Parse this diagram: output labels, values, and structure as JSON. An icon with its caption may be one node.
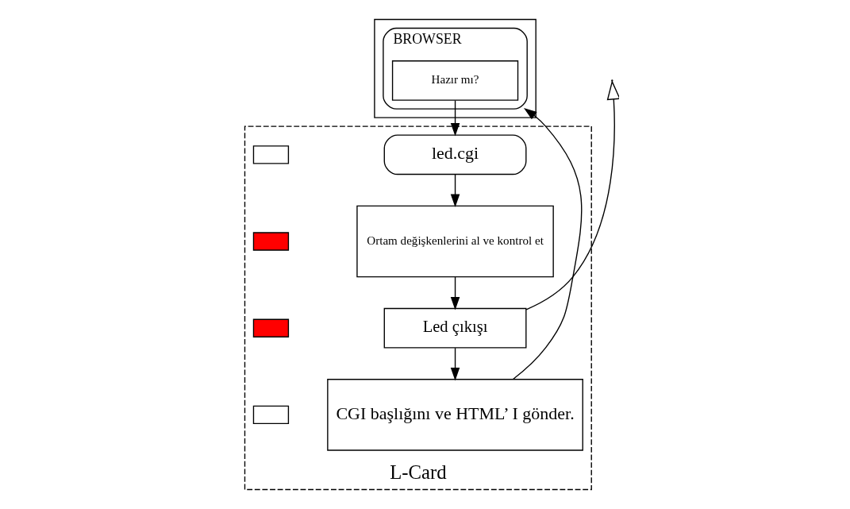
{
  "diagram": {
    "nodes": [
      {
        "text": [],
        "shape": "box"
      },
      {
        "text": [
          "BROWSER"
        ],
        "in": 0
      },
      {
        "text": [
          "Hazır mı?"
        ],
        "in": 1
      },
      {
        "text": [
          "L-Card"
        ]
      },
      {
        "text": [
          "led.cgi"
        ],
        "in": 3
      },
      {
        "text": [
          "Ortam değişkenlerini al ve kontrol et"
        ],
        "in": 3
      },
      {
        "text": [
          "Led çıkışı"
        ],
        "in": 3
      },
      {
        "text": [
          "CGI başlığını ve HTML’ I gönder."
        ],
        "in": 3
      },
      {
        "text": [],
        "shape": "box",
        "in": 3
      },
      {
        "text": [],
        "shape": "box",
        "in": 3
      },
      {
        "text": [],
        "shape": "box",
        "in": 3
      },
      {
        "text": [],
        "shape": "box",
        "in": 3
      }
    ],
    "edges": [
      {
        "from": 2,
        "to": 4,
        "arrow": "to"
      },
      {
        "from": 4,
        "to": 5,
        "arrow": "to"
      },
      {
        "from": 5,
        "to": 6,
        "arrow": "to"
      },
      {
        "from": 6,
        "to": 7,
        "arrow": "to"
      },
      {
        "from": 7,
        "to": 1,
        "arrow": "to"
      },
      {
        "from": 6,
        "to": null,
        "arrow": "to"
      }
    ]
  }
}
